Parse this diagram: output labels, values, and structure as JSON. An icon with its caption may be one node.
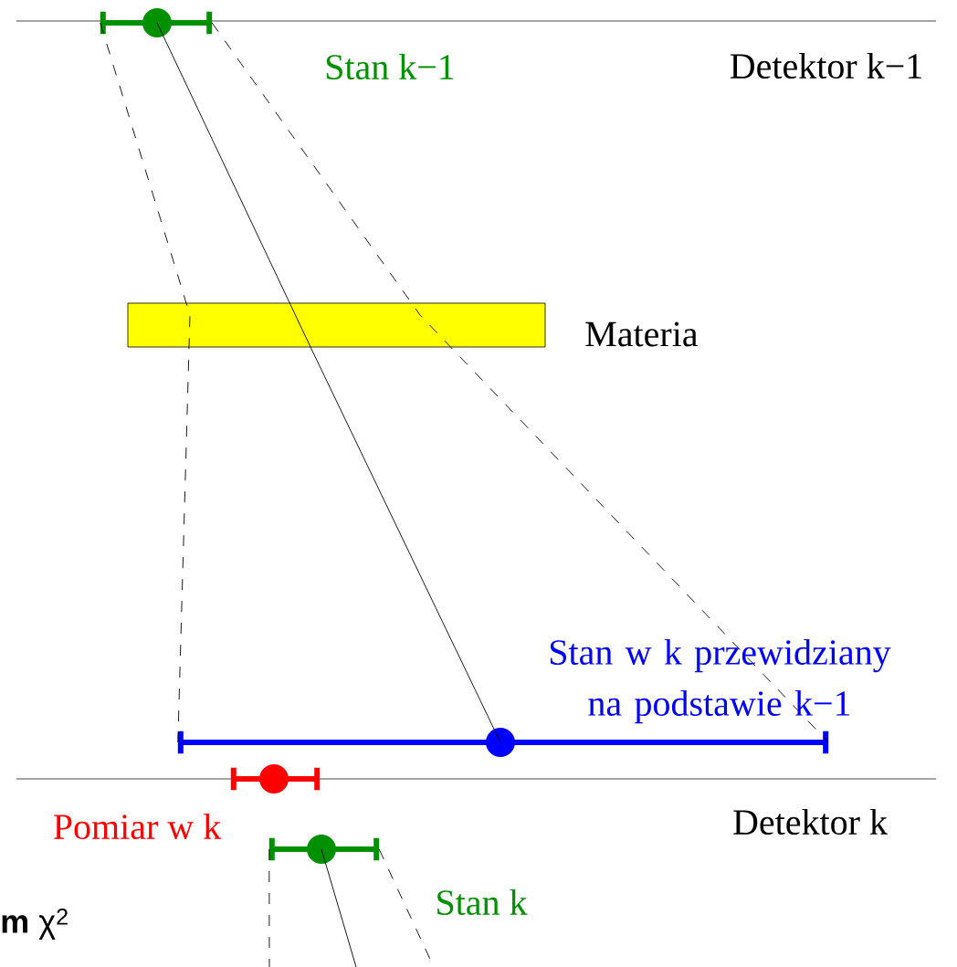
{
  "diagram": {
    "nodes": [
      {
        "text": [],
        "shape": "bar",
        "beside": [
          "Stan k−1"
        ]
      },
      {
        "text": [],
        "shape": "circle",
        "in": 0
      },
      {
        "text": [],
        "shape": "bar",
        "beside": [
          "Stan w k przewidziany na podstawie k−1"
        ]
      },
      {
        "text": [],
        "shape": "circle",
        "in": 2
      },
      {
        "text": [],
        "shape": "bar",
        "beside": [
          "Pomiar w k"
        ]
      },
      {
        "text": [],
        "shape": "circle",
        "in": 4
      },
      {
        "text": [],
        "shape": "bar",
        "beside": [
          "Stan k"
        ]
      },
      {
        "text": [],
        "shape": "circle",
        "in": 6
      }
    ],
    "edges": [
      {
        "from": 1,
        "to": 3,
        "arrow": "none"
      },
      {
        "from": 0,
        "to": 2,
        "arrow": "none",
        "style": "dashed"
      },
      {
        "from": 0,
        "to": 2,
        "arrow": "none",
        "style": "dashed"
      },
      {
        "from": 7,
        "to": null,
        "arrow": "none"
      },
      {
        "from": 6,
        "to": null,
        "arrow": "none",
        "style": "dashed"
      },
      {
        "from": 6,
        "to": null,
        "arrow": "none",
        "style": "dashed"
      }
    ],
    "labels": [
      "Detektor k−1",
      "Materia",
      "Detektor k",
      "**m** χ$^{2}$"
    ]
  }
}
